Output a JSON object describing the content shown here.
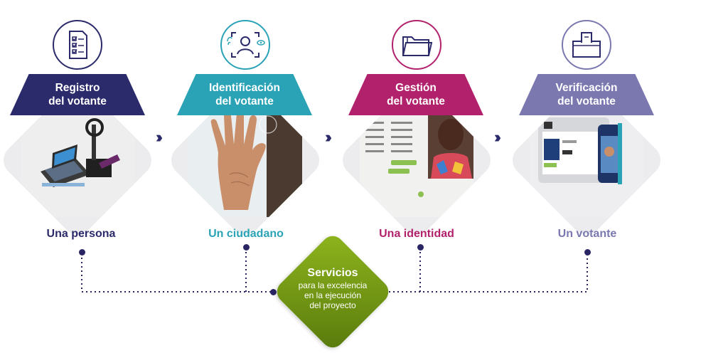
{
  "steps": [
    {
      "title_line1": "Registro",
      "title_line2": "del votante",
      "caption": "Una persona",
      "color": "#2b2a6b",
      "icon": "checklist-document-icon"
    },
    {
      "title_line1": "Identificación",
      "title_line2": "del votante",
      "caption": "Un ciudadano",
      "color": "#2aa3b6",
      "icon": "face-fingerprint-scan-icon"
    },
    {
      "title_line1": "Gestión",
      "title_line2": "del votante",
      "caption": "Una identidad",
      "color": "#b2226c",
      "icon": "folder-icon"
    },
    {
      "title_line1": "Verificación",
      "title_line2": "del votante",
      "caption": "Un votante",
      "color": "#7b78b0",
      "icon": "ballot-box-icon"
    }
  ],
  "center": {
    "title": "Servicios",
    "subtitle_line1": "para la excelencia",
    "subtitle_line2": "en la ejecución",
    "subtitle_line3": "del proyecto",
    "color": "#7ea116"
  },
  "connector_color": "#2a2665",
  "chevron_color": "#2b2a6b"
}
